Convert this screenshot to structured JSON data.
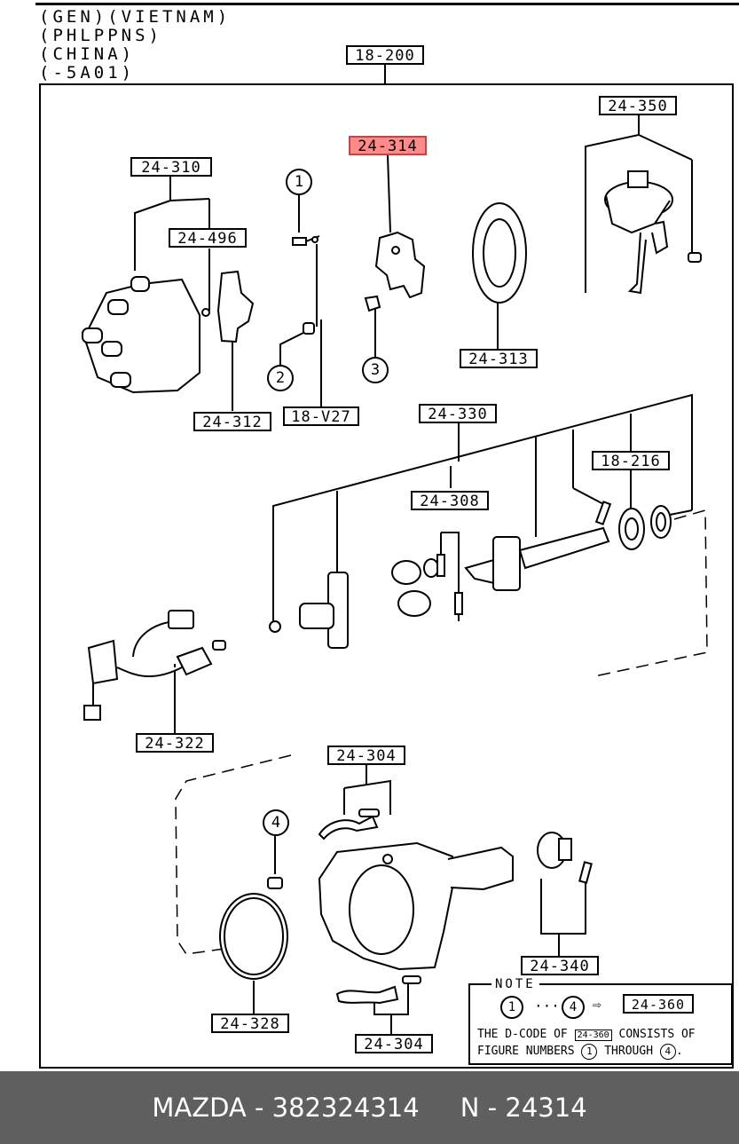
{
  "header": {
    "line1": "(GEN)(VIETNAM)",
    "line2": "(PHLPPNS)",
    "line3": "(CHINA)",
    "line4": "(-5A01)"
  },
  "parts": {
    "p18_200": "18-200",
    "p24_314": "24-314",
    "p24_350": "24-350",
    "p24_310": "24-310",
    "p24_496": "24-496",
    "p24_313": "24-313",
    "p24_312": "24-312",
    "p18_v27": "18-V27",
    "p24_330": "24-330",
    "p18_216": "18-216",
    "p24_308": "24-308",
    "p24_322": "24-322",
    "p24_304a": "24-304",
    "p24_340": "24-340",
    "p24_328": "24-328",
    "p24_304b": "24-304"
  },
  "figures": {
    "f1": "1",
    "f2": "2",
    "f3": "3",
    "f4": "4"
  },
  "note": {
    "title": "NOTE",
    "start": "1",
    "dots": "···",
    "end": "4",
    "arrow": "⇨",
    "code": "24-360",
    "line1_a": "THE D-CODE OF",
    "line1_code": "24-360",
    "line1_b": "CONSISTS OF",
    "line2_a": "FIGURE NUMBERS",
    "line2_n1": "1",
    "line2_mid": "THROUGH",
    "line2_n2": "4",
    "line2_end": "."
  },
  "footer": {
    "brand": "MAZDA",
    "part_number": "382324314",
    "ref": "N - 24314"
  },
  "colors": {
    "highlight": "#ff8a8a",
    "footer_bg": "#5f5f5f"
  }
}
